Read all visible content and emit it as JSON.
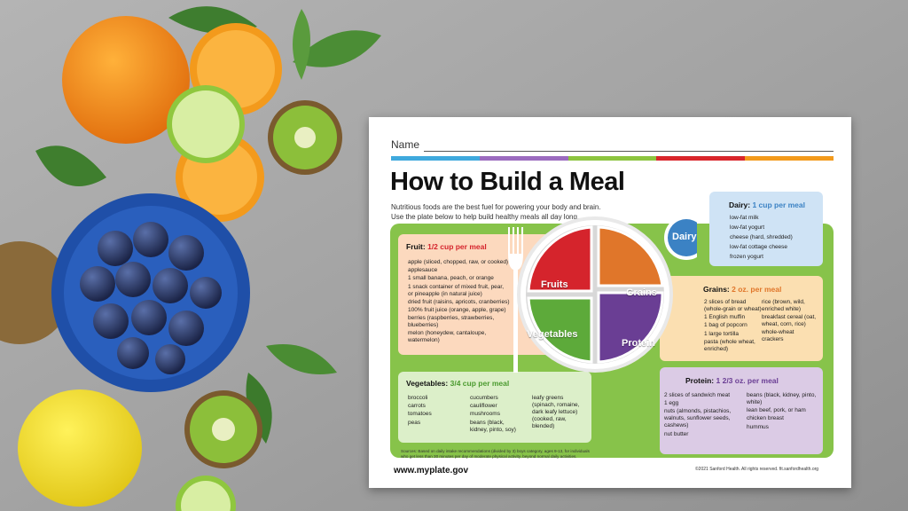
{
  "sheet": {
    "name_label": "Name",
    "title": "How to Build a Meal",
    "intro": [
      "Nutritious foods are the best fuel for powering your body and brain.",
      "Use the plate below to help build healthy meals all day long."
    ],
    "plate": {
      "fruits": "Fruits",
      "grains": "Grains",
      "vegetables": "Vegetables",
      "protein": "Protein",
      "dairy": "Dairy"
    },
    "fruit": {
      "heading": "Fruit:",
      "amount": "1/2 cup per meal",
      "items": [
        "apple (sliced, chopped, raw, or cooked)",
        "applesauce",
        "1 small banana, peach, or orange",
        "1 snack container of mixed fruit, pear,",
        "or pineapple (in natural juice)",
        "dried fruit (raisins, apricots, cranberries)",
        "100% fruit juice (orange, apple, grape)",
        "berries (raspberries, strawberries,",
        "blueberries)",
        "melon (honeydew, cantaloupe,",
        "watermelon)"
      ]
    },
    "vegetables": {
      "heading": "Vegetables:",
      "amount": "3/4 cup per meal",
      "col1": [
        "broccoli",
        "carrots",
        "tomatoes",
        "peas"
      ],
      "col2": [
        "cucumbers",
        "cauliflower",
        "mushrooms",
        "beans (black,",
        "kidney, pinto, soy)"
      ],
      "col3": [
        "leafy greens",
        "(spinach, romaine,",
        "dark leafy lettuce)",
        "(cooked, raw,",
        "blended)"
      ]
    },
    "dairy": {
      "heading": "Dairy:",
      "amount": "1 cup per meal",
      "items": [
        "low-fat milk",
        "low-fat yogurt",
        "cheese (hard, shredded)",
        "low-fat cottage cheese",
        "frozen yogurt"
      ]
    },
    "grains": {
      "heading": "Grains:",
      "amount": "2 oz. per meal",
      "col1": [
        "2 slices of bread",
        "(whole-grain or wheat)",
        "1 English muffin",
        "1 bag of popcorn",
        "1 large tortilla",
        "pasta (whole wheat,",
        "enriched)"
      ],
      "col2": [
        "rice (brown, wild,",
        "enriched white)",
        "breakfast cereal (oat,",
        "wheat, corn, rice)",
        "whole-wheat",
        "crackers"
      ]
    },
    "protein": {
      "heading": "Protein:",
      "amount": "1 2/3 oz. per meal",
      "col1": [
        "2 slices of sandwich meat",
        "1 egg",
        "nuts (almonds, pistachios,",
        "walnuts, sunflower seeds,",
        "cashews)",
        "nut butter"
      ],
      "col2": [
        "beans (black, kidney, pinto,",
        "white)",
        "lean beef, pork, or ham",
        "chicken breast",
        "hummus"
      ]
    },
    "sources": [
      "Sources: Based on daily intake recommendations (divided by 3) boys category, ages 9-13, for individuals",
      "who get less than 30 minutes per day of moderate physical activity, beyond normal daily activities."
    ],
    "footer_url": "www.myplate.gov",
    "footer_copy": "©2021 Sanford Health. All rights reserved. fit.sanfordhealth.org"
  },
  "colors": {
    "fruit": "#d5242c",
    "grains": "#e0762a",
    "vegetables": "#5daa3a",
    "protein": "#6a3e94",
    "dairy": "#3b82c4",
    "panel_green": "#87c34a"
  }
}
